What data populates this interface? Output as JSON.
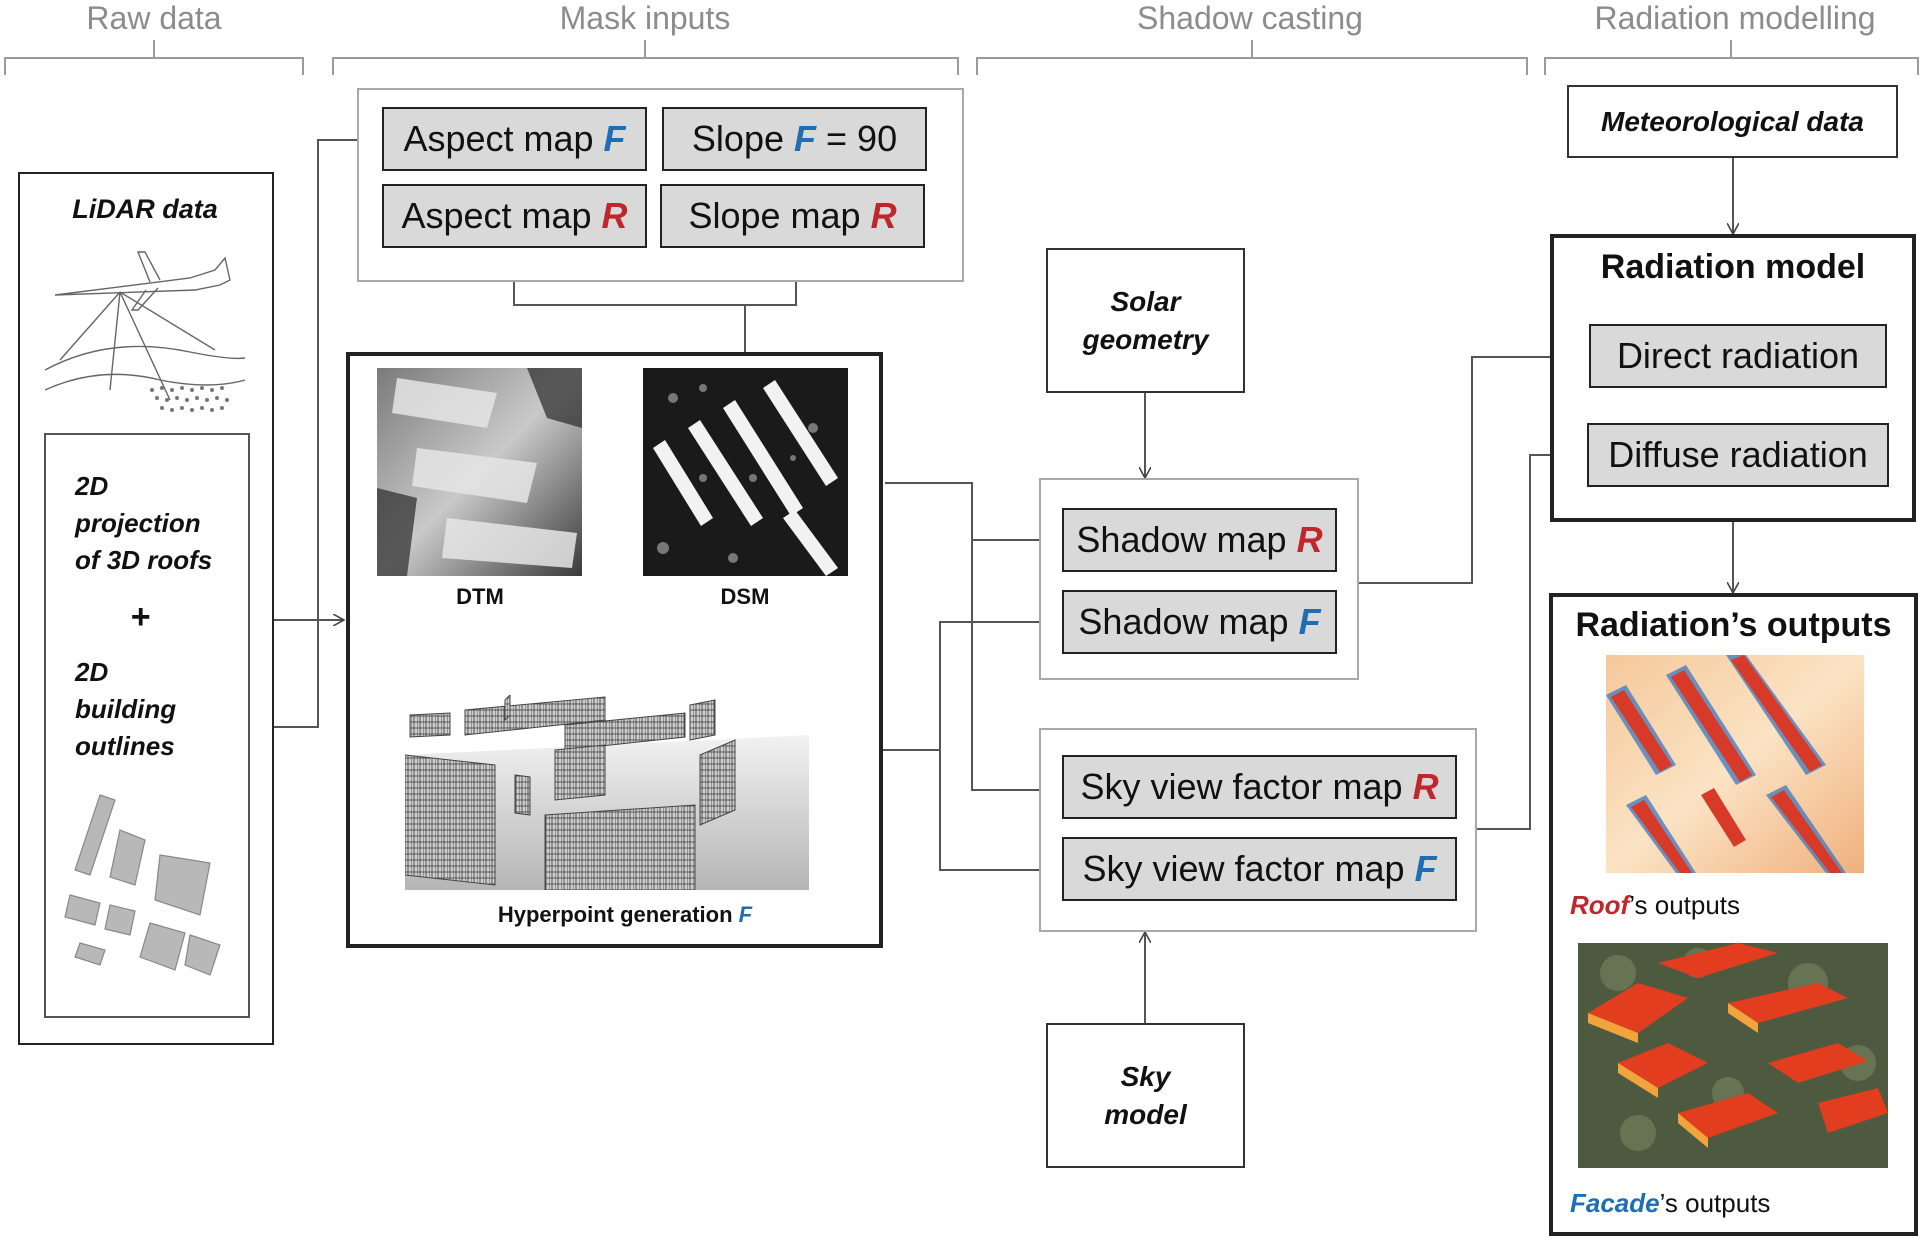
{
  "stages": {
    "raw": "Raw data",
    "mask": "Mask inputs",
    "shadow": "Shadow casting",
    "radiation": "Radiation modelling"
  },
  "raw": {
    "lidar_label": "LiDAR data",
    "proj_line1": "2D",
    "proj_line2": "projection",
    "proj_line3": "of 3D roofs",
    "plus": "+",
    "bld_line1": "2D",
    "bld_line2": "building",
    "bld_line3": "outlines"
  },
  "mask": {
    "aspect_f": "Aspect map",
    "slope_f_pre": "Slope",
    "slope_f_post": "= 90",
    "aspect_r": "Aspect map",
    "slope_r": "Slope map",
    "f": "F",
    "r": "R"
  },
  "terrain": {
    "dtm": "DTM",
    "dsm": "DSM",
    "hyperpoint": "Hyperpoint generation",
    "f": "F"
  },
  "shadow": {
    "solar_line1": "Solar",
    "solar_line2": "geometry",
    "shadow_r": "Shadow map",
    "shadow_f": "Shadow map",
    "svf_r": "Sky view factor map",
    "svf_f": "Sky view factor map",
    "sky_line1": "Sky",
    "sky_line2": "model",
    "f": "F",
    "r": "R"
  },
  "radiation": {
    "meteo": "Meteorological  data",
    "model_title": "Radiation model",
    "direct": "Direct radiation",
    "diffuse": "Diffuse radiation",
    "outputs_title": "Radiation’s outputs",
    "roof_word": "Roof",
    "roof_rest": "’s outputs",
    "facade_word": "Facade",
    "facade_rest": "’s outputs"
  },
  "colors": {
    "red_mark": "#c0272d",
    "blue_mark": "#1f6eb4",
    "gray_box": "#d9d9d9",
    "stage_gray": "#8c8c8c"
  }
}
